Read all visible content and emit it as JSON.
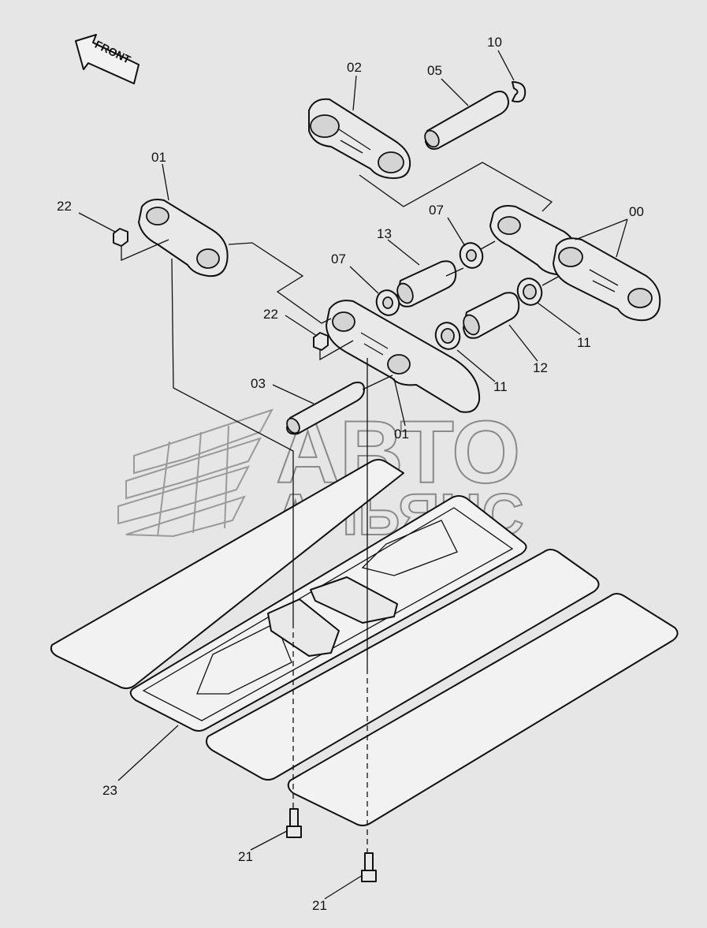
{
  "front_label": "FRONT",
  "watermark": {
    "line1": "АВТО",
    "line2": "АЛЬЯНС"
  },
  "callouts": [
    {
      "key": "c10",
      "text": "10"
    },
    {
      "key": "c02",
      "text": "02"
    },
    {
      "key": "c05",
      "text": "05"
    },
    {
      "key": "c01a",
      "text": "01"
    },
    {
      "key": "c22a",
      "text": "22"
    },
    {
      "key": "c00",
      "text": "00"
    },
    {
      "key": "c07a",
      "text": "07"
    },
    {
      "key": "c13",
      "text": "13"
    },
    {
      "key": "c07b",
      "text": "07"
    },
    {
      "key": "c22b",
      "text": "22"
    },
    {
      "key": "c11a",
      "text": "11"
    },
    {
      "key": "c03",
      "text": "03"
    },
    {
      "key": "c12",
      "text": "12"
    },
    {
      "key": "c11b",
      "text": "11"
    },
    {
      "key": "c01b",
      "text": "01"
    },
    {
      "key": "c23",
      "text": "23"
    },
    {
      "key": "c21a",
      "text": "21"
    },
    {
      "key": "c21b",
      "text": "21"
    }
  ]
}
